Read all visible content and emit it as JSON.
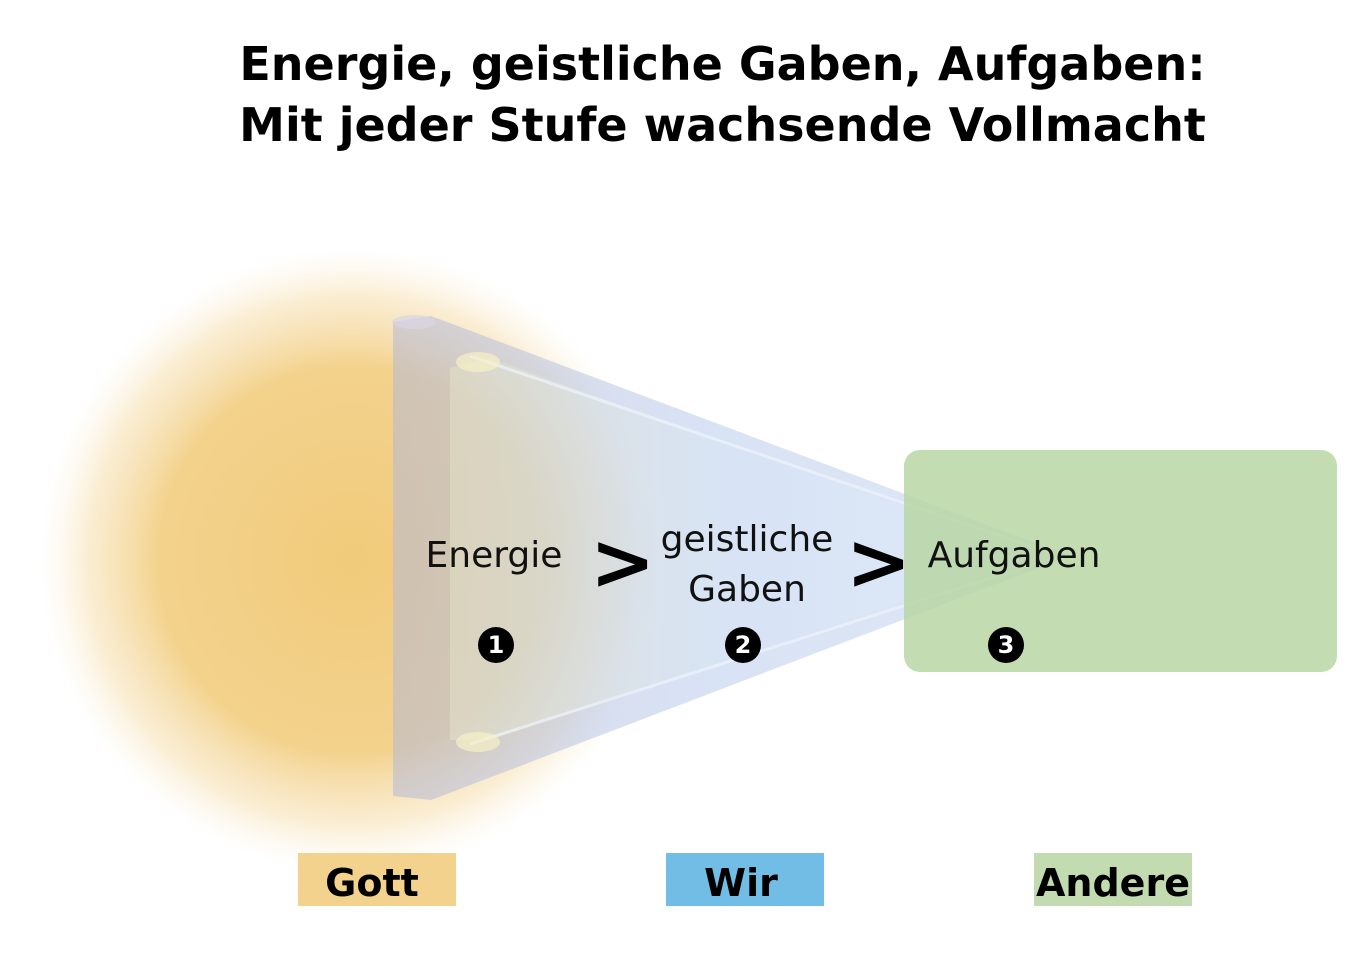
{
  "title": {
    "line1": "Energie, geistliche Gaben, Aufgaben:",
    "line2": "Mit jeder Stufe wachsende Vollmacht"
  },
  "stages": [
    {
      "label": "Energie",
      "number": "1"
    },
    {
      "label_line1": "geistliche",
      "label_line2": "Gaben",
      "number": "2"
    },
    {
      "label": "Aufgaben",
      "number": "3"
    }
  ],
  "arrows": [
    ">",
    ">"
  ],
  "tags": [
    {
      "label": "Gott",
      "color": "#f2d28c"
    },
    {
      "label": "Wir",
      "color": "#72bde6"
    },
    {
      "label": "Andere",
      "color": "#c3dbb1"
    }
  ],
  "colors": {
    "glow": "#f0c874",
    "prism": "#b8c6e6",
    "box": "#c3dbb1"
  }
}
